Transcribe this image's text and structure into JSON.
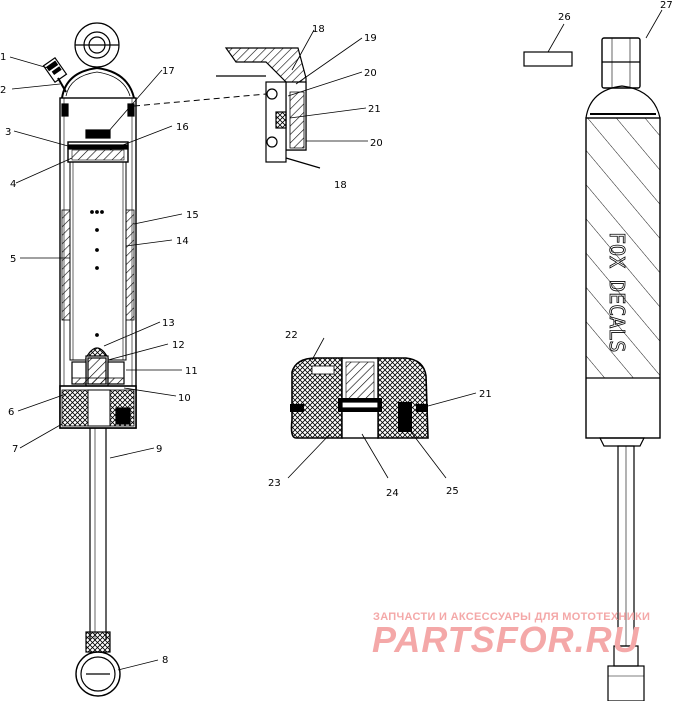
{
  "diagram": {
    "callouts": [
      {
        "id": "c1",
        "text": "1"
      },
      {
        "id": "c2",
        "text": "2"
      },
      {
        "id": "c3",
        "text": "3"
      },
      {
        "id": "c4",
        "text": "4"
      },
      {
        "id": "c5",
        "text": "5"
      },
      {
        "id": "c6",
        "text": "6"
      },
      {
        "id": "c7",
        "text": "7"
      },
      {
        "id": "c8",
        "text": "8"
      },
      {
        "id": "c9",
        "text": "9"
      },
      {
        "id": "c10",
        "text": "10"
      },
      {
        "id": "c11",
        "text": "11"
      },
      {
        "id": "c12",
        "text": "12"
      },
      {
        "id": "c13",
        "text": "13"
      },
      {
        "id": "c14",
        "text": "14"
      },
      {
        "id": "c15",
        "text": "15"
      },
      {
        "id": "c16",
        "text": "16"
      },
      {
        "id": "c17",
        "text": "17"
      },
      {
        "id": "c18a",
        "text": "18"
      },
      {
        "id": "c19",
        "text": "19"
      },
      {
        "id": "c20a",
        "text": "20"
      },
      {
        "id": "c21a",
        "text": "21"
      },
      {
        "id": "c20b",
        "text": "20"
      },
      {
        "id": "c18b",
        "text": "18"
      },
      {
        "id": "c22",
        "text": "22"
      },
      {
        "id": "c21b",
        "text": "21"
      },
      {
        "id": "c23",
        "text": "23"
      },
      {
        "id": "c24",
        "text": "24"
      },
      {
        "id": "c25",
        "text": "25"
      },
      {
        "id": "c26",
        "text": "26"
      },
      {
        "id": "c27",
        "text": "27"
      }
    ],
    "decal_text": "FOX DECALS"
  },
  "watermark": {
    "tagline": "ЗАПЧАСТИ И АКСЕССУАРЫ ДЛЯ МОТОТЕХНИКИ",
    "brand": "PARTSFOR.RU",
    "color": "#f4a8a8"
  }
}
